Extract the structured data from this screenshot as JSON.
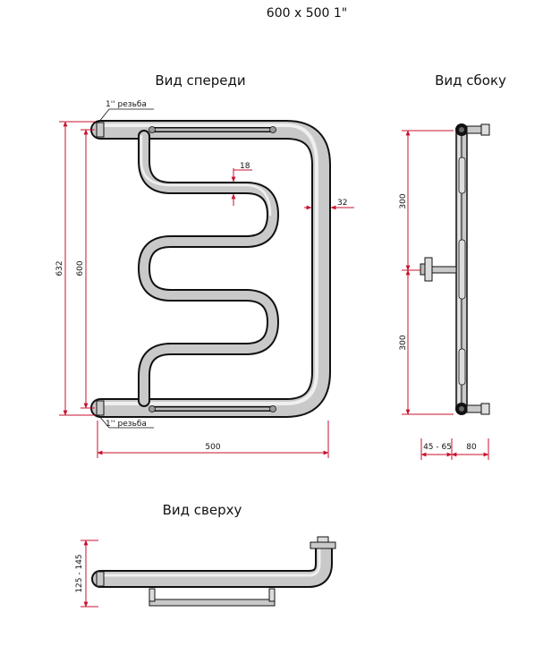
{
  "header": {
    "title": "600 x 500 1\""
  },
  "front_view": {
    "title": "Вид спереди",
    "thread_top": "1'' резьба",
    "thread_bottom": "1'' резьба",
    "dim_total_height": "632",
    "dim_axis_height": "600",
    "dim_width": "500",
    "dim_pipe_gap": "18",
    "dim_pipe_diameter": "32"
  },
  "side_view": {
    "title": "Вид сбоку",
    "dim_upper": "300",
    "dim_lower": "300",
    "dim_offset": "45 - 65",
    "dim_depth": "80"
  },
  "top_view": {
    "title": "Вид сверху",
    "dim_depth": "125 - 145"
  },
  "colors": {
    "dimension": "#c8102e",
    "outline": "#111111",
    "pipe_fill": "#c9c9c9"
  }
}
